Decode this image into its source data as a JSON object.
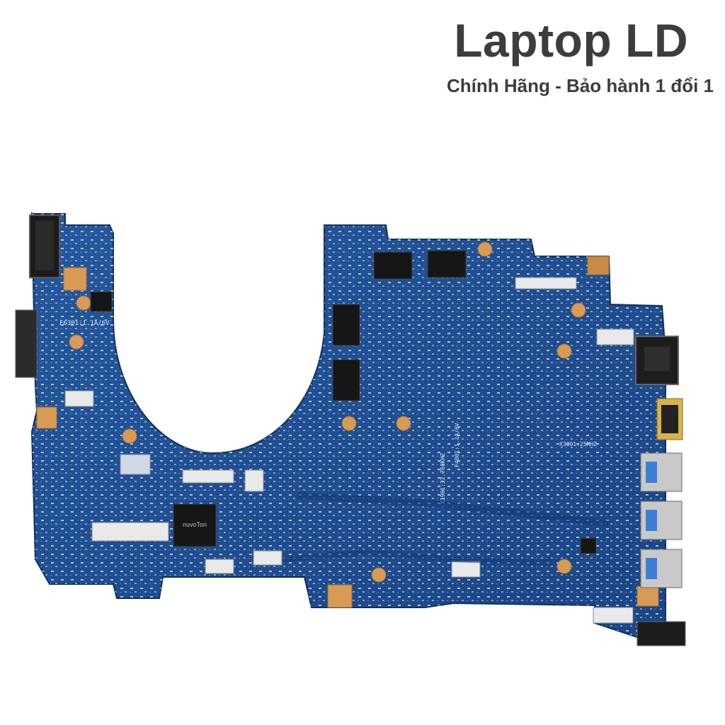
{
  "brand": {
    "title": "Laptop LD",
    "tagline": "Chính Hãng - Bảo hành 1 đổi 1"
  },
  "board_labels": {
    "fan_fuse": "F6301:1.1A/6V",
    "mid_fuse": "F4001:1.1A/6V",
    "crystal_a": "X1901:32.768KHZ",
    "crystal_b": "X3001:25MHZ",
    "chip_brand": "nuvoTon"
  },
  "colors": {
    "pcb": "#1f4f93",
    "pcb_dark": "#173f7b",
    "copper": "#d9a05c",
    "connector": "#e8e8e8",
    "usb_blue": "#3d7fd6",
    "text": "#3d3d3d"
  }
}
